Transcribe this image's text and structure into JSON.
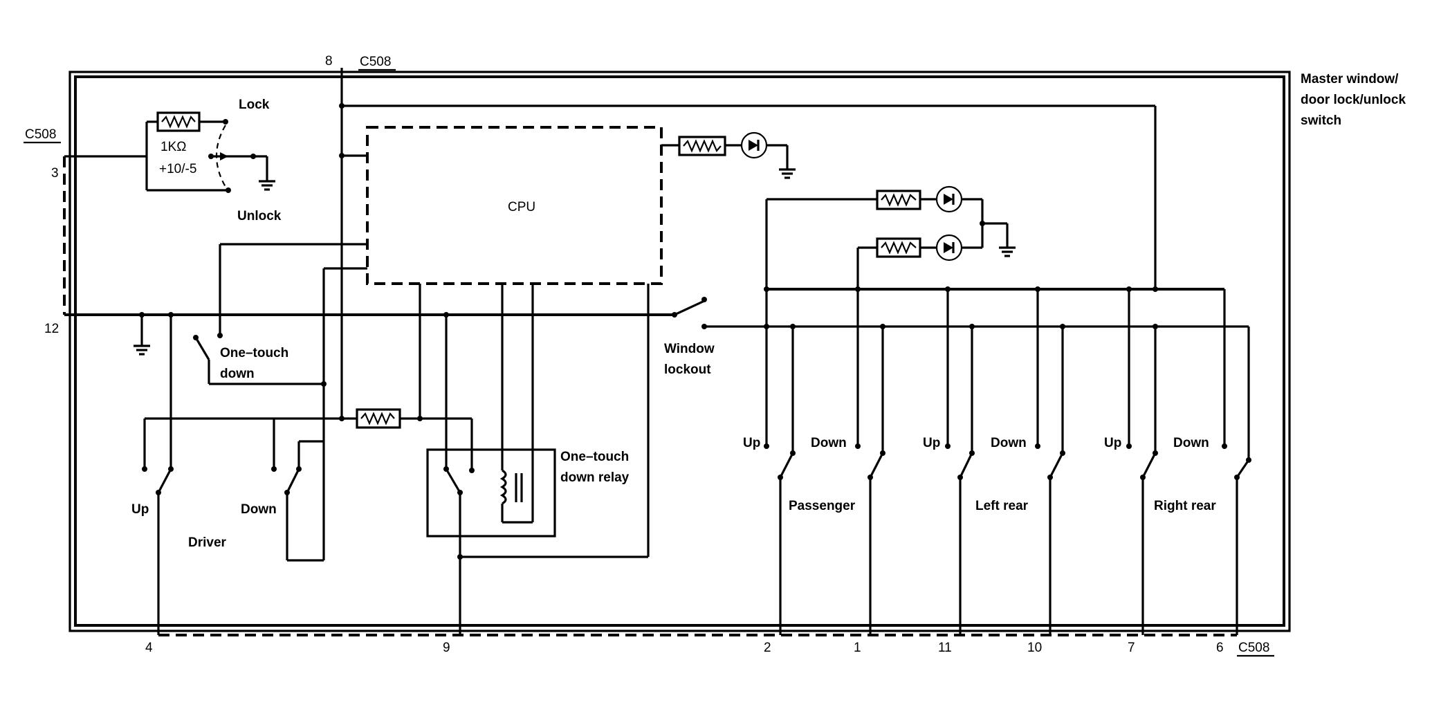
{
  "title": "Master window/ door lock/unlock switch",
  "title_lines": [
    "Master window/",
    "door lock/unlock",
    "switch"
  ],
  "connector": "C508",
  "cpu": "CPU",
  "resistor": {
    "value": "1KΩ",
    "tolerance": "+10/-5"
  },
  "lock_switch": {
    "lock": "Lock",
    "unlock": "Unlock"
  },
  "one_touch_down": [
    "One–touch",
    "down"
  ],
  "relay": [
    "One–touch",
    "down relay"
  ],
  "window_lockout": [
    "Window",
    "lockout"
  ],
  "driver": {
    "name": "Driver",
    "up": "Up",
    "down": "Down"
  },
  "passenger": {
    "name": "Passenger",
    "up": "Up",
    "down": "Down"
  },
  "left_rear": {
    "name": "Left rear",
    "up": "Up",
    "down": "Down"
  },
  "right_rear": {
    "name": "Right rear",
    "up": "Up",
    "down": "Down"
  },
  "pins": {
    "p3": "3",
    "p12": "12",
    "p8": "8",
    "p4": "4",
    "p9": "9",
    "p2": "2",
    "p1": "1",
    "p11": "11",
    "p10": "10",
    "p7": "7",
    "p6": "6"
  }
}
